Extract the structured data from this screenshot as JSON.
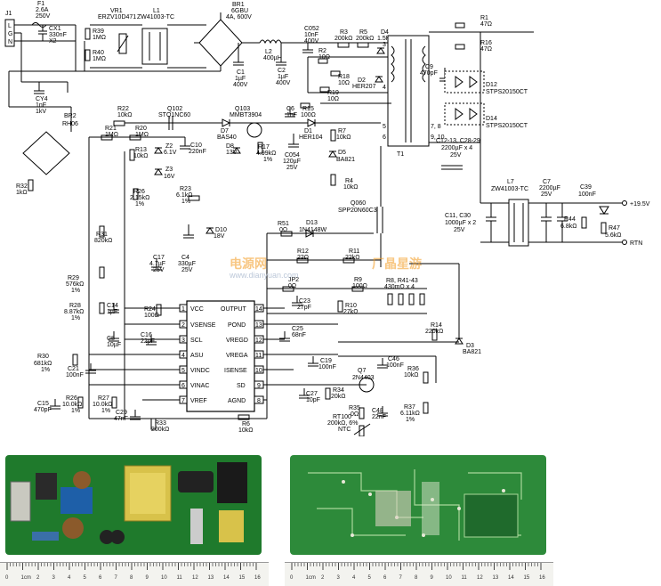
{
  "connector": {
    "ref": "J1",
    "pins": [
      "L",
      "G",
      "N"
    ]
  },
  "input": {
    "fuse": {
      "ref": "F1",
      "value": "2.6A",
      "voltage": "250V"
    },
    "varistor": {
      "ref": "VR1",
      "value": "ERZV10D471"
    },
    "cx1": {
      "ref": "CX1",
      "value": "330nF",
      "type": "X2"
    },
    "r39": {
      "ref": "R39",
      "value": "1MΩ"
    },
    "r40": {
      "ref": "R40",
      "value": "1MΩ"
    },
    "l1": {
      "ref": "L1",
      "value": "ZW41003-TC"
    },
    "br1": {
      "ref": "BR1",
      "value": "6GBU",
      "rating": "4A, 600V"
    },
    "c1": {
      "ref": "C1",
      "value": "1µF",
      "voltage": "400V"
    },
    "l2": {
      "ref": "L2",
      "value": "400µH"
    },
    "c2": {
      "ref": "C2",
      "value": "1µF",
      "voltage": "400V"
    },
    "cy4": {
      "ref": "CY4",
      "value": "1nF",
      "voltage": "1kV"
    },
    "br2": {
      "ref": "BR2",
      "value": "RH06"
    },
    "r32": {
      "ref": "R32",
      "value": "1kΩ"
    }
  },
  "primary": {
    "c052": {
      "ref": "C052",
      "value": "10nF",
      "voltage": "400V"
    },
    "r3": {
      "ref": "R3",
      "value": "200kΩ"
    },
    "r5": {
      "ref": "R5",
      "value": "200kΩ"
    },
    "d4": {
      "ref": "D4",
      "value": "1.5KE250A"
    },
    "r2": {
      "ref": "R2",
      "value": "10Ω"
    },
    "r18": {
      "ref": "R18",
      "value": "10Ω"
    },
    "r19": {
      "ref": "R19",
      "value": "10Ω"
    },
    "d2": {
      "ref": "D2",
      "value": "HER207"
    },
    "r22": {
      "ref": "R22",
      "value": "10kΩ"
    },
    "q102": {
      "ref": "Q102",
      "value": "STQ1NC60"
    },
    "q103": {
      "ref": "Q103",
      "value": "MMBT3904"
    },
    "c6": {
      "ref": "C6",
      "value": "1nF"
    },
    "r15": {
      "ref": "R15",
      "value": "100Ω"
    },
    "r21": {
      "ref": "R21",
      "value": "1MΩ"
    },
    "r20": {
      "ref": "R20",
      "value": "1MΩ"
    },
    "z2": {
      "ref": "Z2",
      "value": "6.1V"
    },
    "c10": {
      "ref": "C10",
      "value": "220nF"
    },
    "d7": {
      "ref": "D7",
      "value": "BAS40"
    },
    "d1": {
      "ref": "D1",
      "value": "HER104"
    },
    "r13": {
      "ref": "R13",
      "value": "10kΩ"
    },
    "z3": {
      "ref": "Z3",
      "value": "16V"
    },
    "d8": {
      "ref": "D8",
      "value": "13V"
    },
    "r17": {
      "ref": "R17",
      "value": "4.99kΩ",
      "tol": "1%"
    },
    "c054": {
      "ref": "C054",
      "value": "120µF",
      "voltage": "25V"
    },
    "r7": {
      "ref": "R7",
      "value": "10kΩ"
    },
    "d5": {
      "ref": "D5",
      "value": "BA821"
    },
    "r26": {
      "ref": "R26",
      "value": "2.15kΩ",
      "tol": "1%"
    },
    "r23": {
      "ref": "R23",
      "value": "6.1kΩ",
      "tol": "1%"
    },
    "r4": {
      "ref": "R4",
      "value": "10kΩ"
    },
    "d10": {
      "ref": "D10",
      "value": "18V"
    },
    "c4": {
      "ref": "C4",
      "value": "330µF",
      "voltage": "25V"
    },
    "q060": {
      "ref": "Q060",
      "value": "SPP20N60C3"
    },
    "r51": {
      "ref": "R51",
      "value": "0Ω"
    },
    "d13": {
      "ref": "D13",
      "value": "1N4148W"
    },
    "r31": {
      "ref": "R31",
      "value": "820kΩ"
    },
    "c17": {
      "ref": "C17",
      "value": "4.7µF",
      "voltage": "25V"
    },
    "r12": {
      "ref": "R12",
      "value": "22Ω"
    },
    "r11": {
      "ref": "R11",
      "value": "22kΩ"
    },
    "r29": {
      "ref": "R29",
      "value": "576kΩ",
      "tol": "1%"
    },
    "jp2": {
      "ref": "JP2",
      "value": "0Ω"
    },
    "r9": {
      "ref": "R9",
      "value": "100Ω"
    },
    "r8": {
      "ref": "R8, R41-43",
      "value": "430mΩ x 4"
    },
    "c14": {
      "ref": "C14",
      "value": "1µF"
    },
    "r28": {
      "ref": "R28",
      "value": "8.87kΩ",
      "tol": "1%"
    },
    "r24": {
      "ref": "R24",
      "value": "100Ω"
    },
    "c23": {
      "ref": "C23",
      "value": "27pF"
    },
    "r10": {
      "ref": "R10",
      "value": "27kΩ"
    },
    "c8": {
      "ref": "C8",
      "value": "10µF"
    },
    "c16": {
      "ref": "C16",
      "value": "22pF"
    },
    "c25": {
      "ref": "C25",
      "value": "68nF"
    },
    "r14": {
      "ref": "R14",
      "value": "220kΩ"
    },
    "d3": {
      "ref": "D3",
      "value": "BA821"
    },
    "r30": {
      "ref": "R30",
      "value": "681kΩ",
      "tol": "1%"
    },
    "c21": {
      "ref": "C21",
      "value": "100nF"
    },
    "c19": {
      "ref": "C19",
      "value": "100nF"
    },
    "c46": {
      "ref": "C46",
      "value": "100nF"
    },
    "q7": {
      "ref": "Q7",
      "value": "2N4403"
    },
    "r36": {
      "ref": "R36",
      "value": "10kΩ"
    },
    "c15": {
      "ref": "C15",
      "value": "470pF"
    },
    "r26b": {
      "ref": "R26",
      "value": "10.0kΩ",
      "tol": "1%"
    },
    "r27": {
      "ref": "R27",
      "value": "10.0kΩ",
      "tol": "1%"
    },
    "c29": {
      "ref": "C29",
      "value": "47nF"
    },
    "c27": {
      "ref": "C27",
      "value": "10pF"
    },
    "r34": {
      "ref": "R34",
      "value": "20kΩ"
    },
    "r35": {
      "ref": "R35",
      "value": "0Ω"
    },
    "c48": {
      "ref": "C48",
      "value": "22nF"
    },
    "r37": {
      "ref": "R37",
      "value": "6.11kΩ",
      "tol": "1%"
    },
    "r33": {
      "ref": "R33",
      "value": "200kΩ"
    },
    "r6": {
      "ref": "R6",
      "value": "10kΩ"
    },
    "rt100": {
      "ref": "RT100",
      "value": "200kΩ, 6%",
      "type": "NTC"
    }
  },
  "ic": {
    "left_pins": [
      {
        "num": "1",
        "name": "VCC"
      },
      {
        "num": "2",
        "name": "VSENSE"
      },
      {
        "num": "3",
        "name": "SCL"
      },
      {
        "num": "4",
        "name": "ASU"
      },
      {
        "num": "5",
        "name": "VINDC"
      },
      {
        "num": "6",
        "name": "VINAC"
      },
      {
        "num": "7",
        "name": "VREF"
      }
    ],
    "right_pins": [
      {
        "num": "14",
        "name": "OUTPUT"
      },
      {
        "num": "13",
        "name": "POND"
      },
      {
        "num": "12",
        "name": "VREGD"
      },
      {
        "num": "11",
        "name": "VREGA"
      },
      {
        "num": "10",
        "name": "ISENSE"
      },
      {
        "num": "9",
        "name": "SD"
      },
      {
        "num": "8",
        "name": "AGND"
      }
    ]
  },
  "transformer": {
    "ref": "T1",
    "pins": [
      "3",
      "4",
      "5",
      "6",
      "7, 8",
      "9, 10"
    ]
  },
  "secondary": {
    "c9": {
      "ref": "C9",
      "value": "470pF"
    },
    "r1": {
      "ref": "R1",
      "value": "47Ω"
    },
    "r16": {
      "ref": "R16",
      "value": "47Ω"
    },
    "d12": {
      "ref": "D12",
      "value": "STPS20150CT"
    },
    "d14": {
      "ref": "D14",
      "value": "STPS20150CT"
    },
    "c12": {
      "ref": "C12-13, C28-29",
      "value": "2200µF x 4",
      "voltage": "25V"
    },
    "l7": {
      "ref": "L7",
      "value": "ZW41003-TC"
    },
    "c7": {
      "ref": "C7",
      "value": "2200µF",
      "voltage": "25V"
    },
    "c39": {
      "ref": "C39",
      "value": "100nF"
    },
    "c11": {
      "ref": "C11, C30",
      "value": "1000µF x 2",
      "voltage": "25V"
    },
    "r44": {
      "ref": "R44",
      "value": "6.8kΩ"
    },
    "r47": {
      "ref": "R47",
      "value": "5.6kΩ"
    },
    "vout": "+19.5V",
    "rtn": "RTN"
  },
  "watermark": {
    "left": "电源网",
    "url": "www.dianyuan.com",
    "right": "厂晶星游"
  },
  "ruler_left": {
    "labels": [
      "0",
      "1cm",
      "2",
      "3",
      "4",
      "5",
      "6",
      "7",
      "8",
      "9",
      "10",
      "11",
      "12",
      "13",
      "14",
      "15",
      "16"
    ]
  },
  "ruler_right": {
    "labels": [
      "0",
      "1cm",
      "2",
      "3",
      "4",
      "5",
      "6",
      "7",
      "8",
      "9",
      "10",
      "11",
      "12",
      "13",
      "14",
      "15",
      "16"
    ]
  },
  "colors": {
    "pcb_top": "#1f7a2c",
    "pcb_bottom": "#2d8a3a",
    "transformer": "#d8c24a",
    "capacitor": "#222222"
  }
}
